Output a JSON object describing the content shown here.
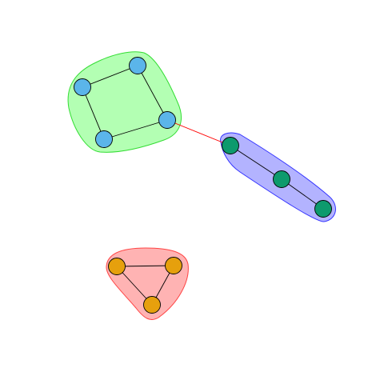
{
  "diagram": {
    "colors": {
      "background": "#ffffff",
      "node_stroke": "#000000",
      "edge": "#000000",
      "bridge_edge": "#ff0000"
    },
    "groups": [
      {
        "id": "green",
        "fill": "#b3ffb3",
        "stroke": "#33dd33",
        "node_color": "#5bb5ea",
        "nodes": [
          "n1",
          "n2",
          "n3",
          "n4"
        ]
      },
      {
        "id": "blue",
        "fill": "#b3b3ff",
        "stroke": "#3333ff",
        "node_color": "#0d9a6d",
        "nodes": [
          "n5",
          "n6",
          "n7"
        ]
      },
      {
        "id": "red",
        "fill": "#ffb3b3",
        "stroke": "#ff4444",
        "node_color": "#e6a00d",
        "nodes": [
          "n8",
          "n9",
          "n10"
        ]
      }
    ],
    "nodes": [
      {
        "id": "n1",
        "group": "green"
      },
      {
        "id": "n2",
        "group": "green"
      },
      {
        "id": "n3",
        "group": "green"
      },
      {
        "id": "n4",
        "group": "green"
      },
      {
        "id": "n5",
        "group": "blue"
      },
      {
        "id": "n6",
        "group": "blue"
      },
      {
        "id": "n7",
        "group": "blue"
      },
      {
        "id": "n8",
        "group": "red"
      },
      {
        "id": "n9",
        "group": "red"
      },
      {
        "id": "n10",
        "group": "red"
      }
    ],
    "edges": [
      {
        "source": "n1",
        "target": "n2",
        "type": "internal"
      },
      {
        "source": "n2",
        "target": "n3",
        "type": "internal"
      },
      {
        "source": "n3",
        "target": "n4",
        "type": "internal"
      },
      {
        "source": "n4",
        "target": "n1",
        "type": "internal"
      },
      {
        "source": "n5",
        "target": "n6",
        "type": "internal"
      },
      {
        "source": "n6",
        "target": "n7",
        "type": "internal"
      },
      {
        "source": "n8",
        "target": "n9",
        "type": "internal"
      },
      {
        "source": "n9",
        "target": "n10",
        "type": "internal"
      },
      {
        "source": "n10",
        "target": "n8",
        "type": "internal"
      },
      {
        "source": "n3",
        "target": "n5",
        "type": "bridge"
      }
    ]
  }
}
